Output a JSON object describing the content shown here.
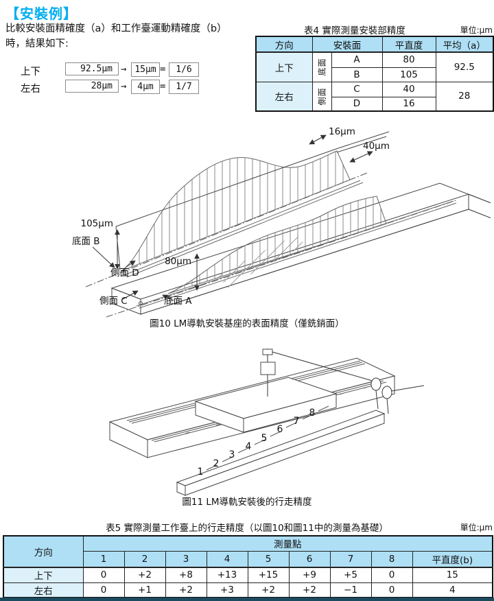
{
  "page": {
    "section_title": "【安裝例】",
    "intro_line1": "比較安裝面精確度（a）和工作臺運動精確度（b）",
    "intro_line2": "時，結果如下:"
  },
  "colors": {
    "accent_cyan": "#00aeef",
    "table_header_blue": "#aedff5",
    "table_row_blue": "#ddf1fb",
    "bottom_bar": "#1b4b5e"
  },
  "comparison": {
    "rows": [
      {
        "label": "上下",
        "a": "92.5μm",
        "arrow": "→",
        "b": "15μm",
        "eq": "=",
        "ratio": "1/6"
      },
      {
        "label": "左右",
        "a": "28μm",
        "arrow": "→",
        "b": "4μm",
        "eq": "=",
        "ratio": "1/7"
      }
    ]
  },
  "table4": {
    "title": "表4 實際測量安裝部精度",
    "unit": "單位:μm",
    "headers": {
      "direction": "方向",
      "surface": "安裝面",
      "flatness": "平直度",
      "average": "平均（a）"
    },
    "groups": [
      {
        "direction": "上下",
        "surface_type": "底面",
        "rows": [
          {
            "surface": "A",
            "flatness": "80"
          },
          {
            "surface": "B",
            "flatness": "105"
          }
        ],
        "average": "92.5"
      },
      {
        "direction": "左右",
        "surface_type": "側面",
        "rows": [
          {
            "surface": "C",
            "flatness": "40"
          },
          {
            "surface": "D",
            "flatness": "16"
          }
        ],
        "average": "28"
      }
    ]
  },
  "figure10": {
    "caption": "圖10 LM導軌安裝基座的表面精度（僅銑銷面）",
    "labels": {
      "dim16": "16μm",
      "dim40": "40μm",
      "dim105": "105μm",
      "dim80": "80μm",
      "bottomB": "底面 B",
      "sideD": "側面 D",
      "sideC": "側面 C",
      "bottomA": "底面 A"
    }
  },
  "figure11": {
    "caption": "圖11 LM導軌安裝後的行走精度",
    "points": [
      "1",
      "2",
      "3",
      "4",
      "5",
      "6",
      "7",
      "8"
    ]
  },
  "table5": {
    "title": "表5 實際測量工作臺上的行走精度（以圖10和圖11中的測量為基礎）",
    "unit": "單位:μm",
    "headers": {
      "direction": "方向",
      "points_group": "測量點",
      "point_cols": [
        "1",
        "2",
        "3",
        "4",
        "5",
        "6",
        "7",
        "8"
      ],
      "flatness": "平直度(b)"
    },
    "rows": [
      {
        "direction": "上下",
        "values": [
          "0",
          "+2",
          "+8",
          "+13",
          "+15",
          "+9",
          "+5",
          "0"
        ],
        "flatness": "15"
      },
      {
        "direction": "左右",
        "values": [
          "0",
          "+1",
          "+2",
          "+3",
          "+2",
          "+2",
          "−1",
          "0"
        ],
        "flatness": "4"
      }
    ]
  }
}
